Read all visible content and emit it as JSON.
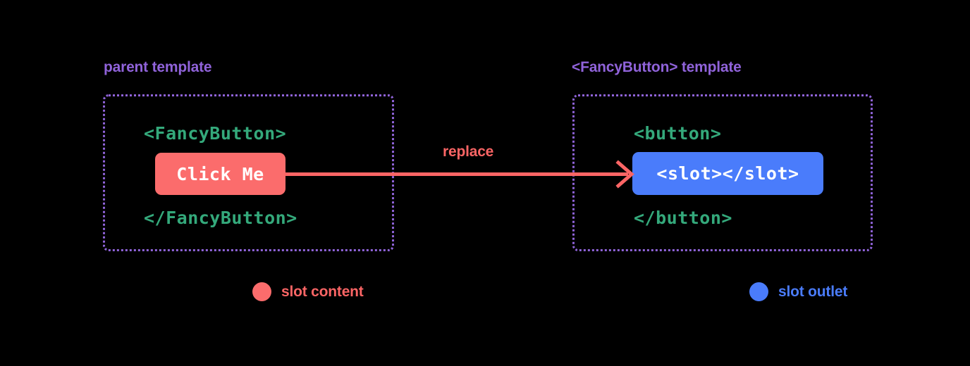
{
  "background_color": "#000000",
  "colors": {
    "purple": "#9063DA",
    "green": "#34A97B",
    "coral": "#FB6C6C",
    "blue": "#4A7CFB",
    "white": "#FFFFFF"
  },
  "panels": {
    "left": {
      "label": "parent template",
      "open_tag": "<FancyButton>",
      "chip_text": "Click Me",
      "close_tag": "</FancyButton>"
    },
    "right": {
      "label": "<FancyButton> template",
      "open_tag": "<button>",
      "chip_text": "<slot></slot>",
      "close_tag": "</button>"
    }
  },
  "arrow": {
    "label": "replace",
    "color": "#FB6565",
    "direction": "left-to-right"
  },
  "legend": [
    {
      "label": "slot content",
      "color": "#FB6C6C"
    },
    {
      "label": "slot outlet",
      "color": "#4A7CFB"
    }
  ]
}
